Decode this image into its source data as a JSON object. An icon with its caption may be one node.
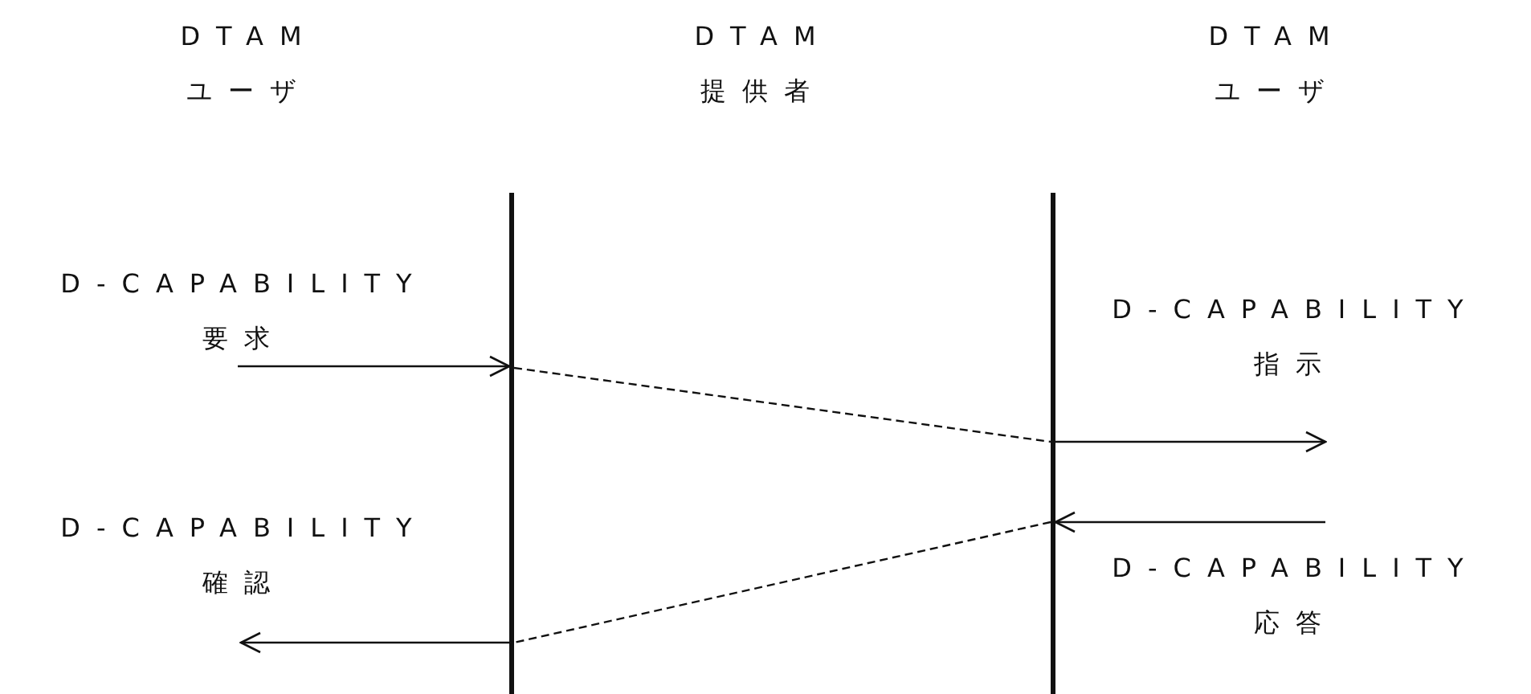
{
  "diagram": {
    "nodes": [
      {
        "text": [
          "D-CAPABILITY 要求"
        ]
      },
      {
        "text": [],
        "shape": "bar"
      },
      {
        "text": [],
        "shape": "bar"
      },
      {
        "text": [
          "D-CAPABILITY 指示"
        ]
      },
      {
        "text": [
          "D-CAPABILITY 確認"
        ]
      },
      {
        "text": [
          "D-CAPABILITY 応答"
        ]
      }
    ],
    "edges": [
      {
        "from": 0,
        "to": 1,
        "arrow": "to"
      },
      {
        "from": 1,
        "to": 2,
        "arrow": "none",
        "style": "dashed"
      },
      {
        "from": 2,
        "to": 3,
        "arrow": "to"
      },
      {
        "from": 5,
        "to": 2,
        "arrow": "to"
      },
      {
        "from": 2,
        "to": 1,
        "arrow": "none",
        "style": "dashed"
      },
      {
        "from": 1,
        "to": 4,
        "arrow": "to"
      }
    ],
    "labels": [
      "DTAM ユーザ",
      "DTAM 提供者",
      "DTAM ユーザ"
    ]
  }
}
